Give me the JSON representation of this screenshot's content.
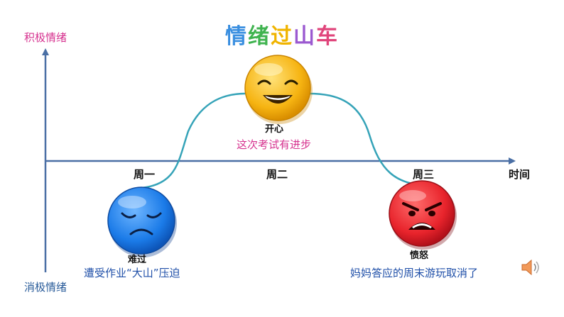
{
  "title": {
    "chars": [
      "情",
      "绪",
      "过",
      "山",
      "车"
    ],
    "colors": [
      "#3a8fe0",
      "#3fb34f",
      "#f0b400",
      "#9b59d0",
      "#e0457b"
    ]
  },
  "axes": {
    "y_top_label": "积极情绪",
    "y_bottom_label": "消极情绪",
    "x_end_label": "时间",
    "ticks": [
      "周一",
      "周二",
      "周三"
    ]
  },
  "faces": [
    {
      "mood": "sad",
      "label": "难过",
      "caption": "遭受作业“大山”压迫",
      "color": "#1b7be8"
    },
    {
      "mood": "happy",
      "label": "开心",
      "caption": "这次考试有进步",
      "color": "#f6b412"
    },
    {
      "mood": "angry",
      "label": "愤怒",
      "caption": "妈妈答应的周末游玩取消了",
      "color": "#e8242c"
    }
  ],
  "colors": {
    "axis": "#4a6fa5",
    "curve": "#35a3b8"
  },
  "icons": {
    "audio": "speaker-icon"
  }
}
